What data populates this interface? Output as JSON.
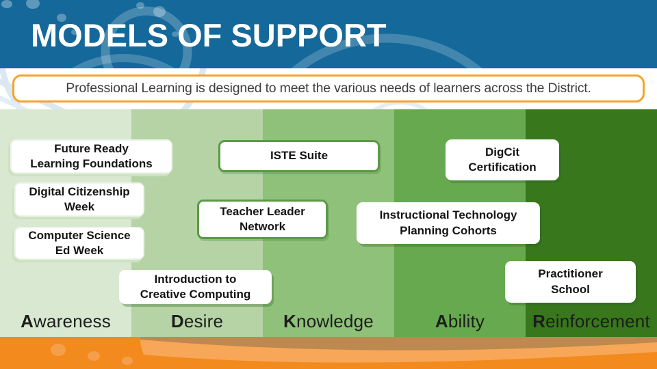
{
  "slide": {
    "title": "MODELS OF SUPPORT",
    "subtitle": "Professional Learning is designed to meet the various needs of learners across the District."
  },
  "colors": {
    "header_bg": "#15689a",
    "subtitle_border": "#f5a326",
    "footer_bg": "#f28a1e",
    "footer_swirl_tan": "#bc8a50",
    "footer_swirl_light": "#f7a757"
  },
  "columns": [
    {
      "name": "awareness",
      "initial": "A",
      "rest": "wareness",
      "color": "#d8e8d1"
    },
    {
      "name": "desire",
      "initial": "D",
      "rest": "esire",
      "color": "#b5d3a5"
    },
    {
      "name": "knowledge",
      "initial": "K",
      "rest": "nowledge",
      "color": "#8fc17a"
    },
    {
      "name": "ability",
      "initial": "A",
      "rest": "bility",
      "color": "#66a94e"
    },
    {
      "name": "reinforcement",
      "initial": "R",
      "rest": "einforcement",
      "color": "#38771c"
    }
  ],
  "boxes": [
    {
      "id": "future-ready-learning-foundations",
      "text": "Future Ready\nLearning Foundations"
    },
    {
      "id": "digital-citizenship-week",
      "text": "Digital Citizenship\nWeek"
    },
    {
      "id": "computer-science-ed-week",
      "text": "Computer Science\nEd Week"
    },
    {
      "id": "iste-suite",
      "text": "ISTE Suite"
    },
    {
      "id": "teacher-leader-network",
      "text": "Teacher Leader\nNetwork"
    },
    {
      "id": "introduction-to-creative-computing",
      "text": "Introduction to\nCreative Computing"
    },
    {
      "id": "digcit-certification",
      "text": "DigCit\nCertification"
    },
    {
      "id": "instructional-technology-planning-cohorts",
      "text": "Instructional Technology\nPlanning Cohorts"
    },
    {
      "id": "practitioner-school",
      "text": "Practitioner\nSchool"
    }
  ]
}
